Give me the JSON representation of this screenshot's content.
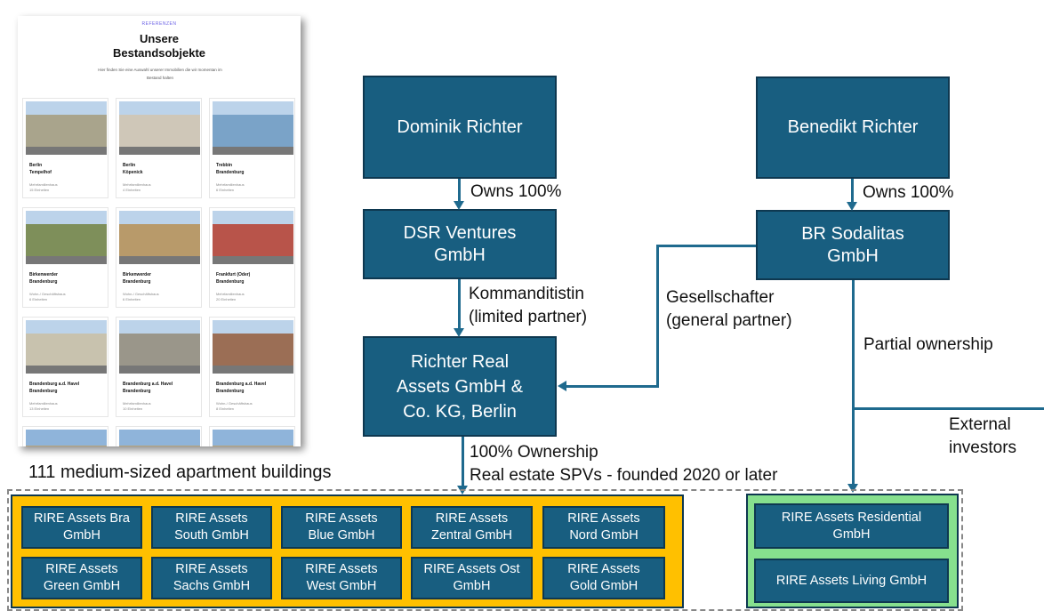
{
  "screenshot": {
    "kicker": "REFERENZEN",
    "title_line1": "Unsere",
    "title_line2": "Bestandsobjekte",
    "subtitle": "Hier finden Sie eine Auswahl unserer Immobilien die wir momentan im Bestand halten",
    "cards": [
      {
        "city": "Berlin",
        "region": "Tempelhof",
        "type": "Mehrfamilienhaus",
        "units": "15 Einheiten"
      },
      {
        "city": "Berlin",
        "region": "Köpenick",
        "type": "Mehrfamilienhaus",
        "units": "4 Einheiten"
      },
      {
        "city": "Trebbin",
        "region": "Brandenburg",
        "type": "Mehrfamilienhaus",
        "units": "6 Einheiten"
      },
      {
        "city": "Birkenwerder",
        "region": "Brandenburg",
        "type": "Wohn-/ Geschäftshaus",
        "units": "6 Einheiten"
      },
      {
        "city": "Birkenwerder",
        "region": "Brandenburg",
        "type": "Wohn-/ Geschäftshaus",
        "units": "6 Einheiten"
      },
      {
        "city": "Frankfurt (Oder)",
        "region": "Brandenburg",
        "type": "Mehrfamilienhaus",
        "units": "20 Einheiten"
      },
      {
        "city": "Brandenburg a.d. Havel",
        "region": "Brandenburg",
        "type": "Mehrfamilienhaus",
        "units": "13 Einheiten"
      },
      {
        "city": "Brandenburg a.d. Havel",
        "region": "Brandenburg",
        "type": "Mehrfamilienhaus",
        "units": "10 Einheiten"
      },
      {
        "city": "Brandenburg a.d. Havel",
        "region": "Brandenburg",
        "type": "Wohn-/ Geschäftshaus",
        "units": "8 Einheiten"
      }
    ]
  },
  "caption": "111 medium-sized apartment buildings",
  "nodes": {
    "dominik": "Dominik Richter",
    "benedikt": "Benedikt Richter",
    "dsr_1": "DSR Ventures",
    "dsr_2": "GmbH",
    "br_1": "BR Sodalitas",
    "br_2": "GmbH",
    "rra_1": "Richter Real",
    "rra_2": "Assets GmbH &",
    "rra_3": "Co. KG, Berlin"
  },
  "edges": {
    "owns_dominik": "Owns 100%",
    "owns_benedikt": "Owns 100%",
    "kommandit_1": "Kommanditistin",
    "kommandit_2": "(limited partner)",
    "gesell_1": "Gesellschafter",
    "gesell_2": "(general partner)",
    "partial": "Partial ownership",
    "external_1": "External",
    "external_2": "investors",
    "ownership_1": "100% Ownership",
    "ownership_2": "Real estate SPVs - founded 2020 or later"
  },
  "spvs_yellow": [
    [
      "RIRE Assets Bra",
      "GmbH"
    ],
    [
      "RIRE Assets",
      "South GmbH"
    ],
    [
      "RIRE Assets",
      "Blue GmbH"
    ],
    [
      "RIRE Assets",
      "Zentral GmbH"
    ],
    [
      "RIRE Assets",
      "Nord GmbH"
    ],
    [
      "RIRE Assets",
      "Green GmbH"
    ],
    [
      "RIRE Assets",
      "Sachs GmbH"
    ],
    [
      "RIRE Assets",
      "West GmbH"
    ],
    [
      "RIRE Assets Ost",
      "GmbH"
    ],
    [
      "RIRE Assets",
      "Gold GmbH"
    ]
  ],
  "spvs_green": [
    [
      "RIRE Assets Residential",
      "GmbH"
    ],
    [
      "RIRE Assets Living GmbH",
      ""
    ]
  ],
  "colors": {
    "box": "#185e80",
    "line": "#1f6a8e",
    "yellow": "#ffc000",
    "green": "#86e08e"
  }
}
